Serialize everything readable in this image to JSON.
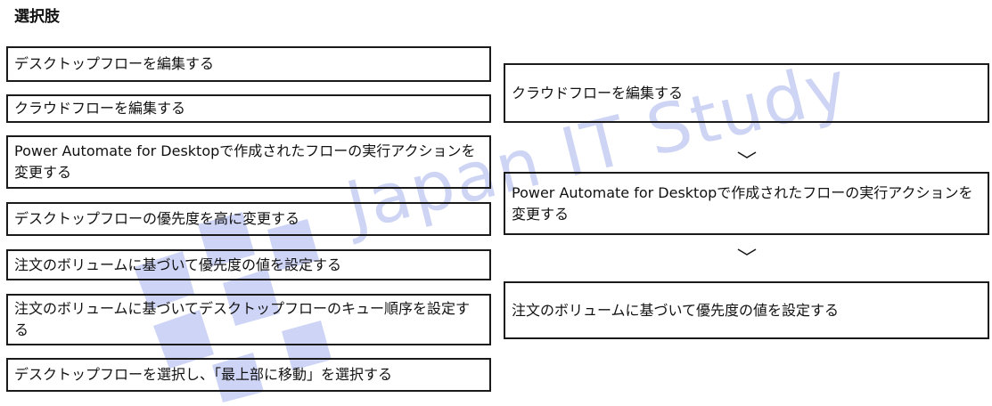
{
  "title": "選択肢",
  "choices": [
    "デスクトップフローを編集する",
    "クラウドフローを編集する",
    "Power Automate for Desktopで作成されたフローの実行アクションを変更する",
    "デスクトップフローの優先度を高に変更する",
    "注文のボリュームに基づいて優先度の値を設定する",
    "注文のボリュームに基づいてデスクトップフローのキュー順序を設定する",
    "デスクトップフローを選択し、「最上部に移動」を選択する"
  ],
  "answer": [
    "クラウドフローを編集する",
    "Power Automate for Desktopで作成されたフローの実行アクションを変更する",
    "注文のボリュームに基づいて優先度の値を設定する"
  ],
  "watermark": "Japan IT Study",
  "colors": {
    "border": "#1a1a1a",
    "watermark": "#c6cdf3"
  },
  "icons": {
    "arrow": "chevron-down-icon",
    "watermark_logo": "puzzle-pieces-logo"
  }
}
